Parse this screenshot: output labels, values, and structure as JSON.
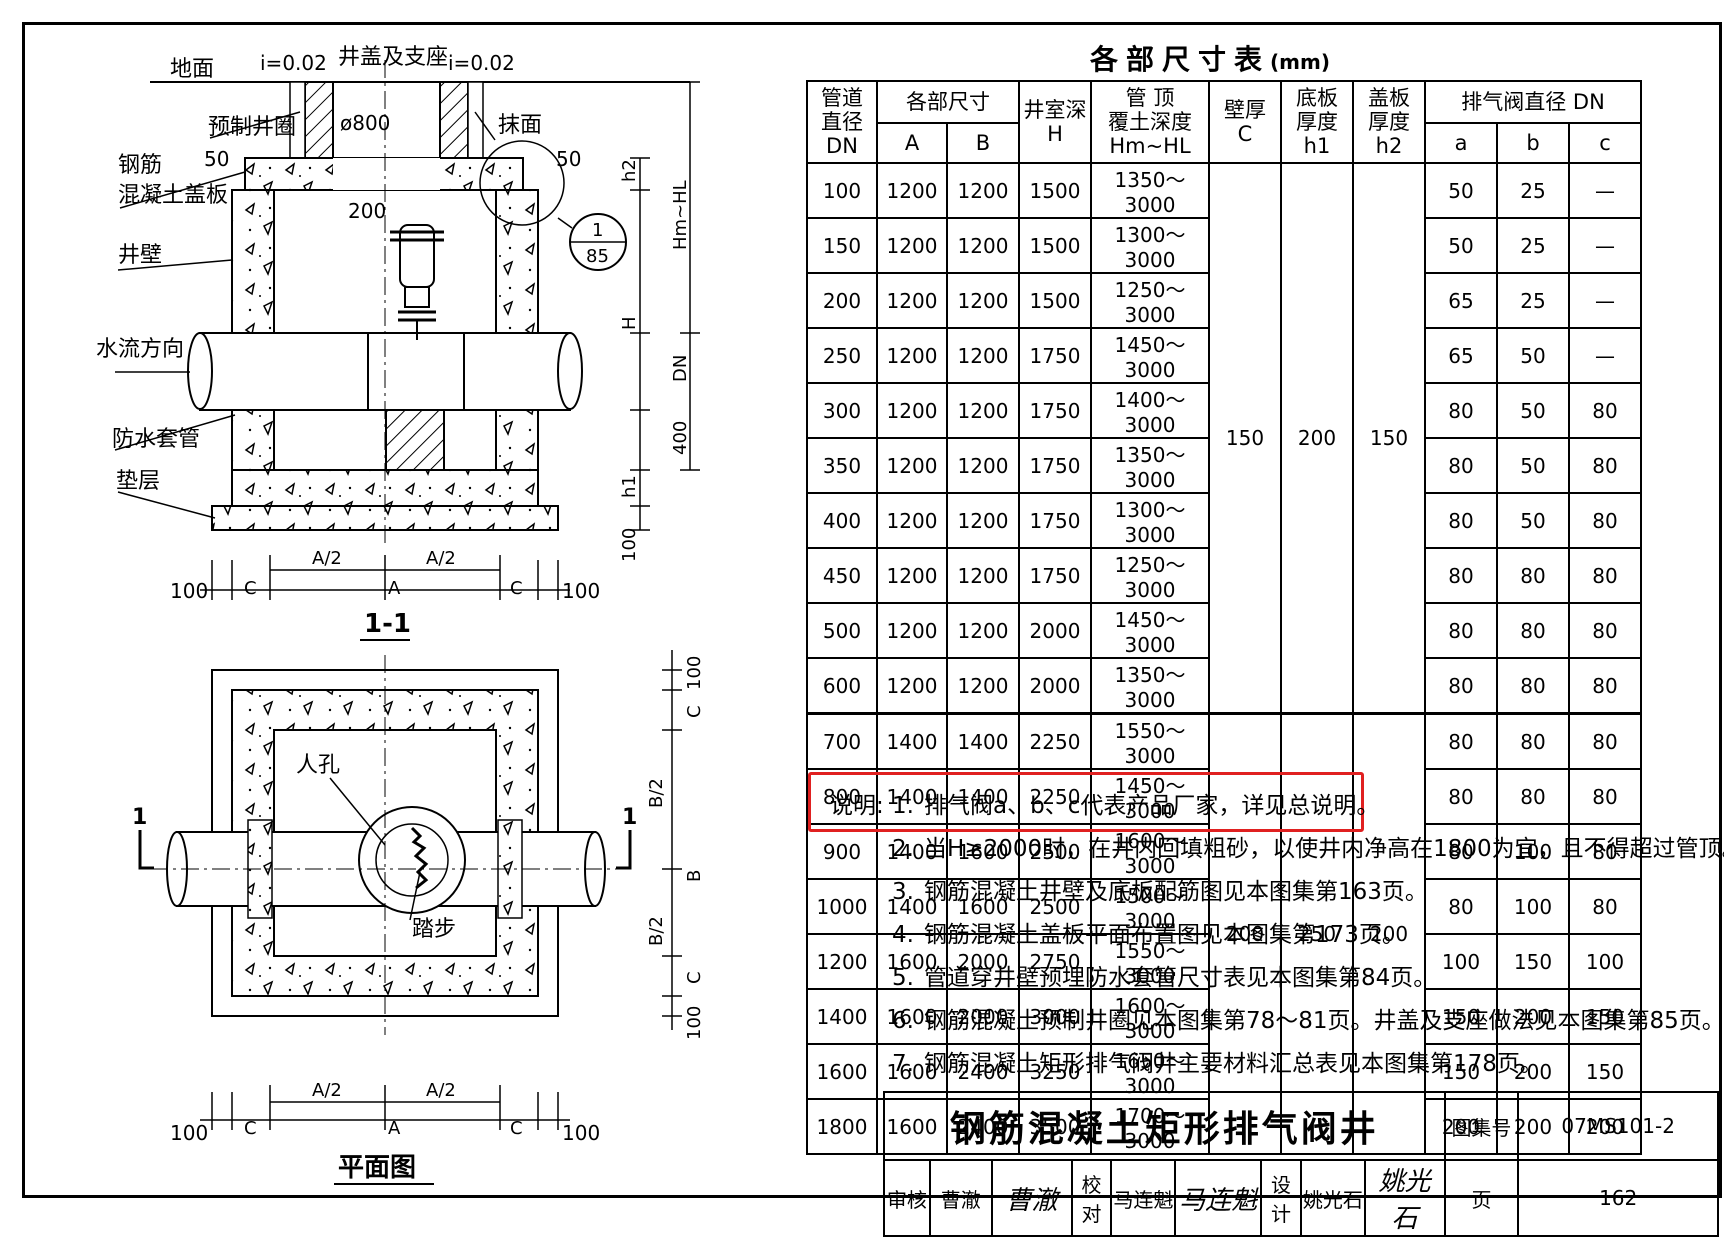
{
  "section_view": {
    "labels": {
      "ground": "地面",
      "slope_left": "i=0.02",
      "slope_right": "i=0.02",
      "cover_support": "井盖及支座",
      "precast_ring": "预制井圈",
      "diameter": "ø800",
      "plaster": "抹面",
      "dim_50_left": "50",
      "dim_50_right": "50",
      "rc_cover_line1": "钢筋",
      "rc_cover_line2": "混凝土盖板",
      "dim_200": "200",
      "detail_num": "1",
      "detail_page": "85",
      "well_wall": "井壁",
      "flow_direction": "水流方向",
      "waterproof_sleeve": "防水套管",
      "cushion": "垫层",
      "h2": "h2",
      "hm_hl": "Hm~HL",
      "h": "H",
      "dn": "DN",
      "dim_400": "400",
      "h1": "h1",
      "dim_100_v": "100",
      "a_half_l": "A/2",
      "a_half_r": "A/2",
      "dim_100_l": "100",
      "c_l": "C",
      "a": "A",
      "c_r": "C",
      "dim_100_r": "100",
      "title": "1-1"
    }
  },
  "plan_view": {
    "labels": {
      "manhole": "人孔",
      "step": "踏步",
      "cut_l": "1",
      "cut_r": "1",
      "dim_100_top": "100",
      "c_top": "C",
      "b_half_top": "B/2",
      "b": "B",
      "b_half_bot": "B/2",
      "c_bot": "C",
      "dim_100_bot": "100",
      "a_half_l": "A/2",
      "a_half_r": "A/2",
      "dim_100_l": "100",
      "c_l": "C",
      "a": "A",
      "c_r": "C",
      "dim_100_r": "100",
      "title": "平面图"
    }
  },
  "table": {
    "title": "各部尺寸表",
    "unit": "(mm)",
    "headers": {
      "pipe_dn": [
        "管道",
        "直径",
        "DN"
      ],
      "dims": "各部尺寸",
      "a": "A",
      "b": "B",
      "depth": [
        "井室深",
        "H"
      ],
      "cover": [
        "管 顶",
        "覆土深度",
        "Hm~HL"
      ],
      "wall": [
        "壁厚",
        "C"
      ],
      "base": [
        "底板",
        "厚度",
        "h1"
      ],
      "lid": [
        "盖板",
        "厚度",
        "h2"
      ],
      "valve": "排气阀直径 DN",
      "va": "a",
      "vb": "b",
      "vc": "c"
    },
    "rows": [
      [
        "100",
        "1200",
        "1200",
        "1500",
        "1350～3000",
        "50",
        "25",
        "—"
      ],
      [
        "150",
        "1200",
        "1200",
        "1500",
        "1300～3000",
        "50",
        "25",
        "—"
      ],
      [
        "200",
        "1200",
        "1200",
        "1500",
        "1250～3000",
        "65",
        "25",
        "—"
      ],
      [
        "250",
        "1200",
        "1200",
        "1750",
        "1450～3000",
        "65",
        "50",
        "—"
      ],
      [
        "300",
        "1200",
        "1200",
        "1750",
        "1400～3000",
        "80",
        "50",
        "80"
      ],
      [
        "350",
        "1200",
        "1200",
        "1750",
        "1350～3000",
        "80",
        "50",
        "80"
      ],
      [
        "400",
        "1200",
        "1200",
        "1750",
        "1300～3000",
        "80",
        "50",
        "80"
      ],
      [
        "450",
        "1200",
        "1200",
        "1750",
        "1250～3000",
        "80",
        "80",
        "80"
      ],
      [
        "500",
        "1200",
        "1200",
        "2000",
        "1450～3000",
        "80",
        "80",
        "80"
      ],
      [
        "600",
        "1200",
        "1200",
        "2000",
        "1350～3000",
        "80",
        "80",
        "80"
      ],
      [
        "700",
        "1400",
        "1400",
        "2250",
        "1550～3000",
        "80",
        "80",
        "80"
      ],
      [
        "800",
        "1400",
        "1400",
        "2250",
        "1450～3000",
        "80",
        "80",
        "80"
      ],
      [
        "900",
        "1400",
        "1600",
        "2500",
        "1600～3000",
        "80",
        "100",
        "80"
      ],
      [
        "1000",
        "1400",
        "1600",
        "2500",
        "1500～3000",
        "80",
        "100",
        "80"
      ],
      [
        "1200",
        "1600",
        "2000",
        "2750",
        "1550～3000",
        "100",
        "150",
        "100"
      ],
      [
        "1400",
        "1600",
        "2000",
        "3000",
        "1600～3000",
        "150",
        "200",
        "150"
      ],
      [
        "1600",
        "1600",
        "2400",
        "3250",
        "1650～3000",
        "150",
        "200",
        "150"
      ],
      [
        "1800",
        "1600",
        "2400",
        "3500",
        "1700～3000",
        "200",
        "200",
        "200"
      ]
    ],
    "group1": {
      "c": "150",
      "h1": "200",
      "h2": "150"
    },
    "group2": {
      "c": "200",
      "h1": "250",
      "h2": "200"
    }
  },
  "notes": {
    "label": "说明:",
    "items": [
      {
        "num": "1.",
        "text": "排气阀a、b、c代表产品厂家，详见总说明。"
      },
      {
        "num": "2.",
        "text": "当H≥2000时，在井内回填粗砂，以使井内净高在1800为宜，且不得超过管顶。"
      },
      {
        "num": "3.",
        "text": "钢筋混凝土井壁及底板配筋图见本图集第163页。"
      },
      {
        "num": "4.",
        "text": "钢筋混凝土盖板平面布置图见本图集第173页。"
      },
      {
        "num": "5.",
        "text": "管道穿井壁预埋防水套管尺寸表见本图集第84页。"
      },
      {
        "num": "6.",
        "text": "钢筋混凝土预制井圈见本图集第78～81页。井盖及支座做法见本图集第85页。"
      },
      {
        "num": "7.",
        "text": "钢筋混凝土矩形排气阀井主要材料汇总表见本图集第178页。"
      }
    ],
    "highlight_color": "#e02020"
  },
  "title_block": {
    "title": "钢筋混凝土矩形排气阀井",
    "atlas_label": "图集号",
    "atlas_no": "07MS101-2",
    "review_label": "审核",
    "reviewer": "曹澈",
    "reviewer_sig": "曹澈",
    "check_label": "校对",
    "checker": "马连魁",
    "checker_sig": "马连魁",
    "design_label": "设计",
    "designer": "姚光石",
    "designer_sig": "姚光石",
    "page_label": "页",
    "page_no": "162"
  }
}
